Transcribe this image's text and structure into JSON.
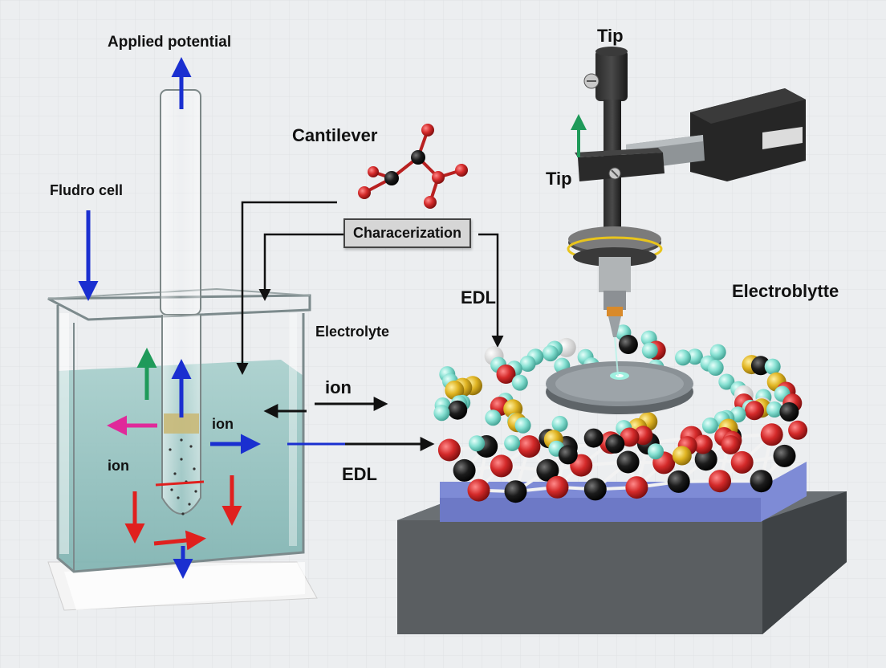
{
  "labels": {
    "applied_potential": "Applied potential",
    "tip_top": "Tip",
    "cantilever": "Cantilever",
    "fludro_cell": "Fludro cell",
    "tip_side": "Tip",
    "characterization": "Characerization",
    "edl_upper": "EDL",
    "electroblytte": "Electroblytte",
    "electrolyte": "Electrolyte",
    "ion_right": "ion",
    "ion_inner": "ion",
    "ion_left": "ion",
    "edl_lower": "EDL"
  },
  "colors": {
    "background": "#eceef0",
    "liquid": "#8fbfbd",
    "substrate": "#7e8bd6",
    "base_block": "#5a5e61",
    "atom_red": "#d42a2a",
    "atom_black": "#1c1c1c",
    "atom_cyan": "#86e0d2",
    "atom_yellow": "#e0b422",
    "arrow_blue": "#1a2fd0",
    "arrow_red": "#e0201e",
    "arrow_green": "#1f9a5a",
    "arrow_magenta": "#e02a9a"
  }
}
